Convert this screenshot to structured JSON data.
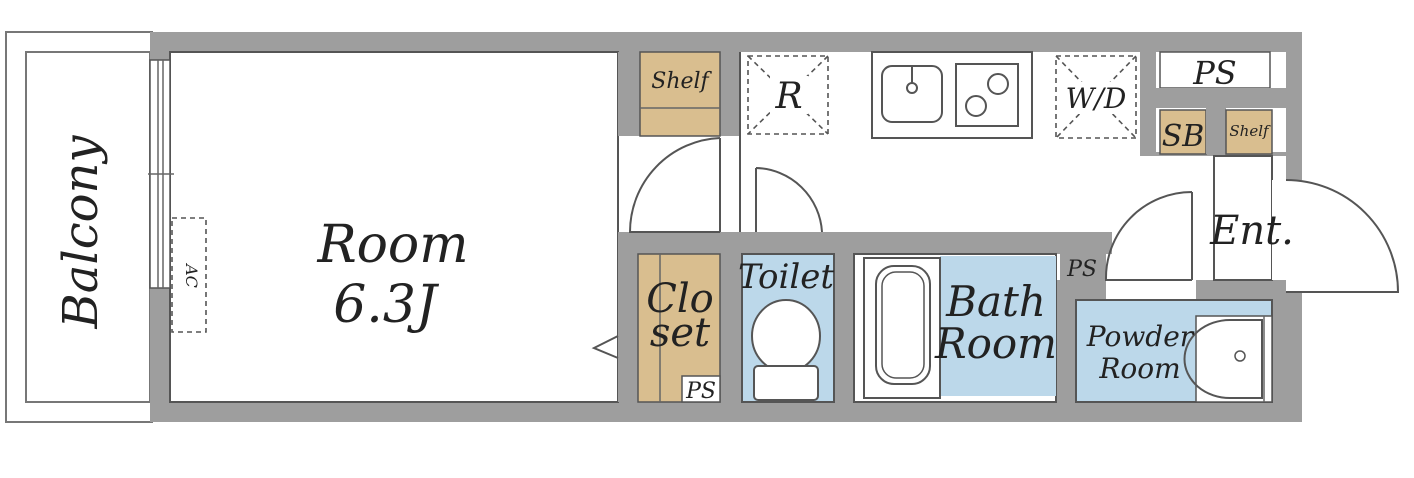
{
  "rooms": {
    "balcony": "Balcony",
    "room_name": "Room",
    "room_size": "6.3J",
    "shelf_1": "Shelf",
    "refrigerator": "R",
    "washer_dryer": "W/D",
    "pipe_space_1": "PS",
    "shoe_box": "SB",
    "shelf_2": "Shelf",
    "entrance": "Ent.",
    "ac": "AC",
    "closet_line1": "Clo",
    "closet_line2": "set",
    "pipe_space_2": "PS",
    "toilet": "Toilet",
    "bath_line1": "Bath",
    "bath_line2": "Room",
    "pipe_space_3": "PS",
    "powder_line1": "Powder",
    "powder_line2": "Room"
  },
  "colors": {
    "wall": "#9e9e9e",
    "storage": "#d9be8f",
    "wet_area": "#bcd8ea",
    "floor": "#ffffff"
  }
}
